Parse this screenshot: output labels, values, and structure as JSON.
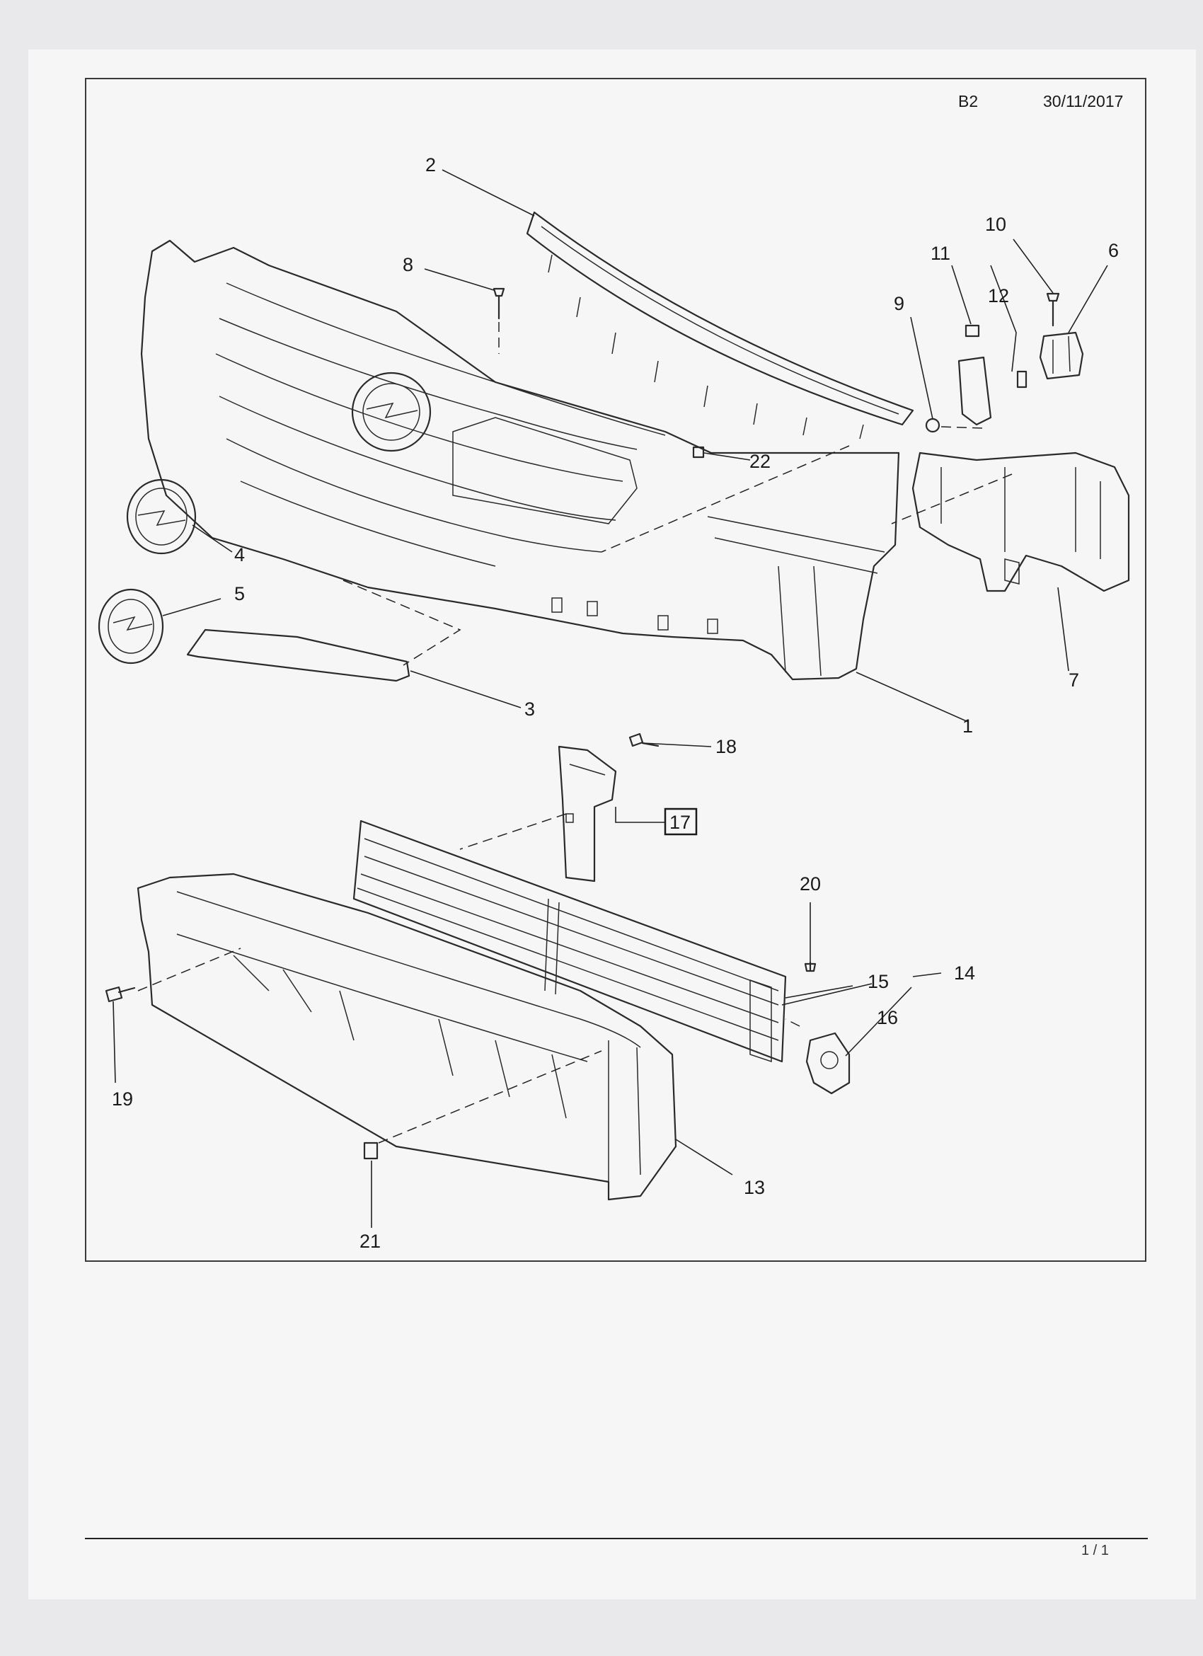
{
  "header": {
    "sheet_code": "B2",
    "date": "30/11/2017"
  },
  "footer": {
    "page": "1 / 1"
  },
  "callouts": {
    "c1": "1",
    "c2": "2",
    "c3": "3",
    "c4": "4",
    "c5": "5",
    "c6": "6",
    "c7": "7",
    "c8": "8",
    "c9": "9",
    "c10": "10",
    "c11": "11",
    "c12": "12",
    "c13": "13",
    "c14": "14",
    "c15": "15",
    "c16": "16",
    "c17": "17",
    "c18": "18",
    "c19": "19",
    "c20": "20",
    "c21": "21",
    "c22": "22"
  },
  "boxed_callout": "17"
}
